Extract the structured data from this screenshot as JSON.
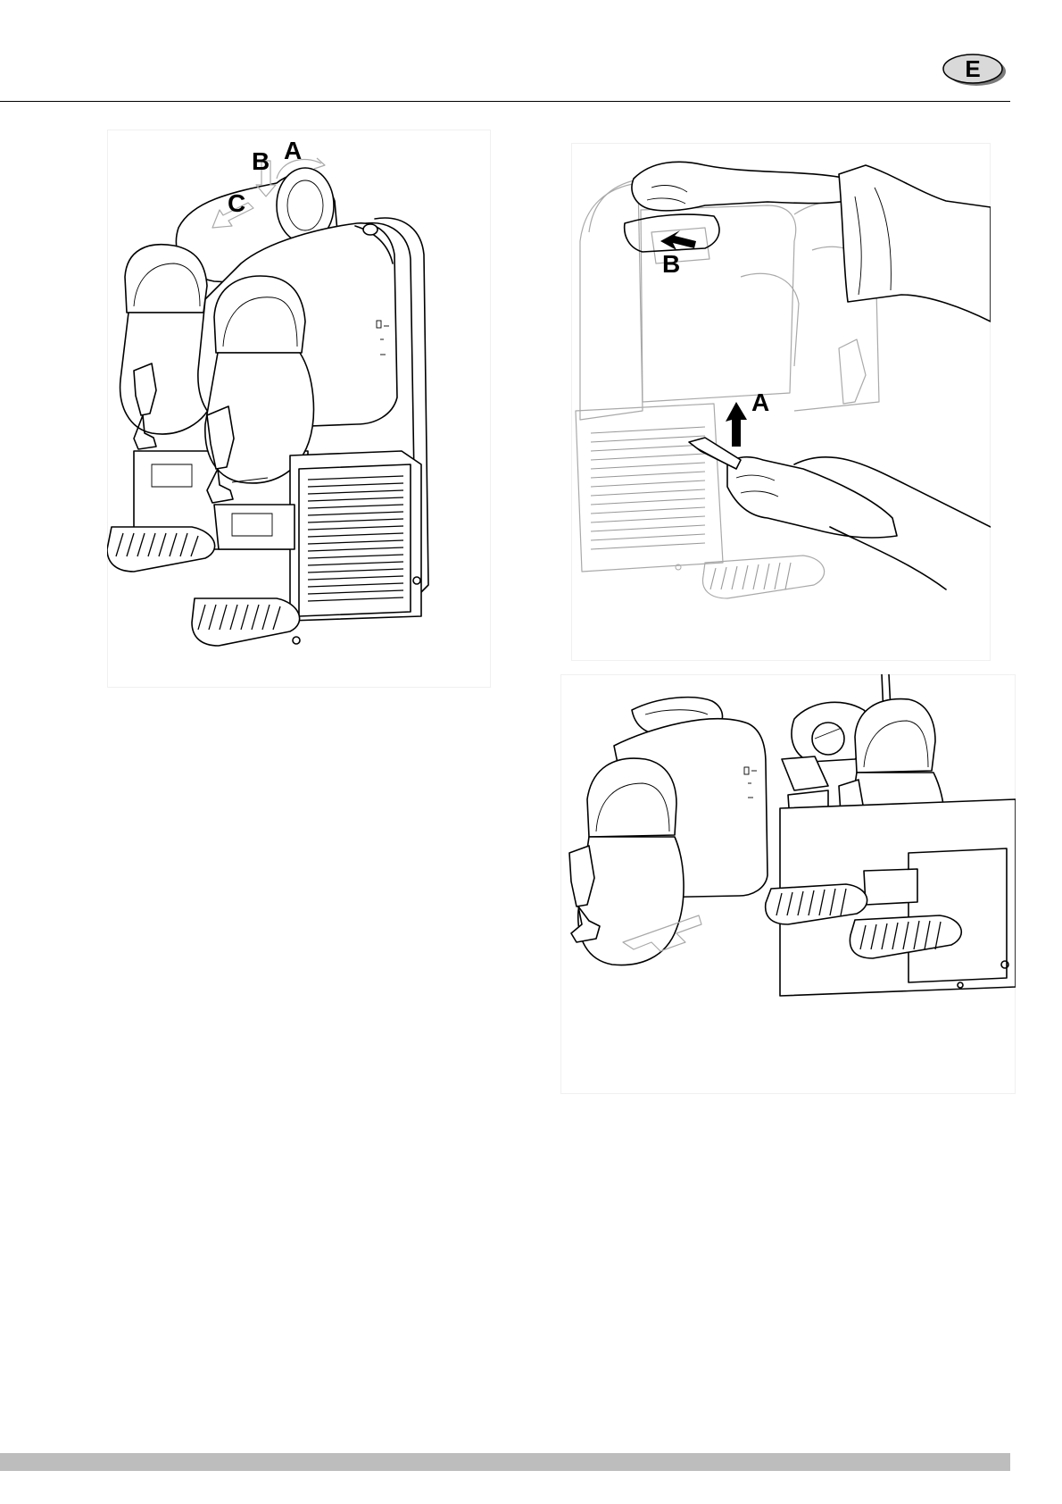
{
  "header": {
    "language_badge": "E"
  },
  "figures": [
    {
      "name": "figure-remove-bowl-lid",
      "callouts": [
        "B",
        "A",
        "C"
      ]
    },
    {
      "name": "figure-release-lever",
      "callouts": [
        "B",
        "A"
      ]
    },
    {
      "name": "figure-slide-out-bowl",
      "callouts": []
    }
  ],
  "colors": {
    "line": "#000000",
    "faint_line": "#a9a9a9",
    "footer_bar": "#bdbdbd",
    "badge_fill": "#d9d9d9"
  }
}
